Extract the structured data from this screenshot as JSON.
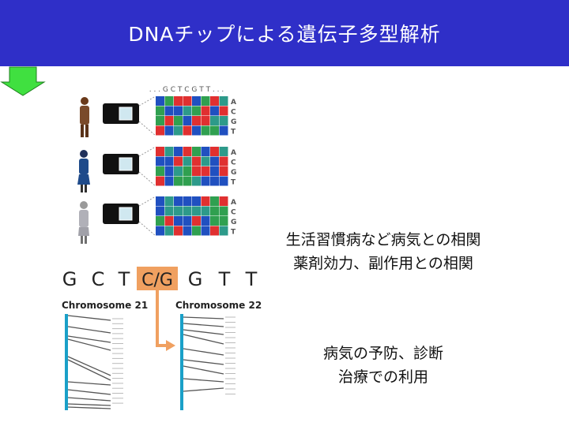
{
  "slide": {
    "title": "DNAチップによる遺伝子多型解析"
  },
  "chip": {
    "sequence": ". . . G C T C G T T . . .",
    "bases": [
      "A",
      "C",
      "G",
      "T"
    ],
    "colors": {
      "red": "#e03030",
      "blue": "#2050c0",
      "green": "#30a050",
      "teal": "#2d9a8a"
    }
  },
  "snp": {
    "left": [
      "G",
      "C",
      "T"
    ],
    "variant": "C/G",
    "right": [
      "G",
      "T",
      "T"
    ],
    "highlight_color": "#f0a060"
  },
  "chromosomes": {
    "left_label": "Chromosome 21",
    "right_label": "Chromosome 22",
    "bar_color": "#1aa0c8"
  },
  "correlation_text": {
    "line1": "生活習慣病など病気との相関",
    "line2": "薬剤効力、副作用との相関"
  },
  "flow_arrow": {
    "color": "#40e040",
    "icon": "down-arrow-icon"
  },
  "outcome_text": {
    "line1": "病気の予防、診断",
    "line2": "治療での利用"
  }
}
